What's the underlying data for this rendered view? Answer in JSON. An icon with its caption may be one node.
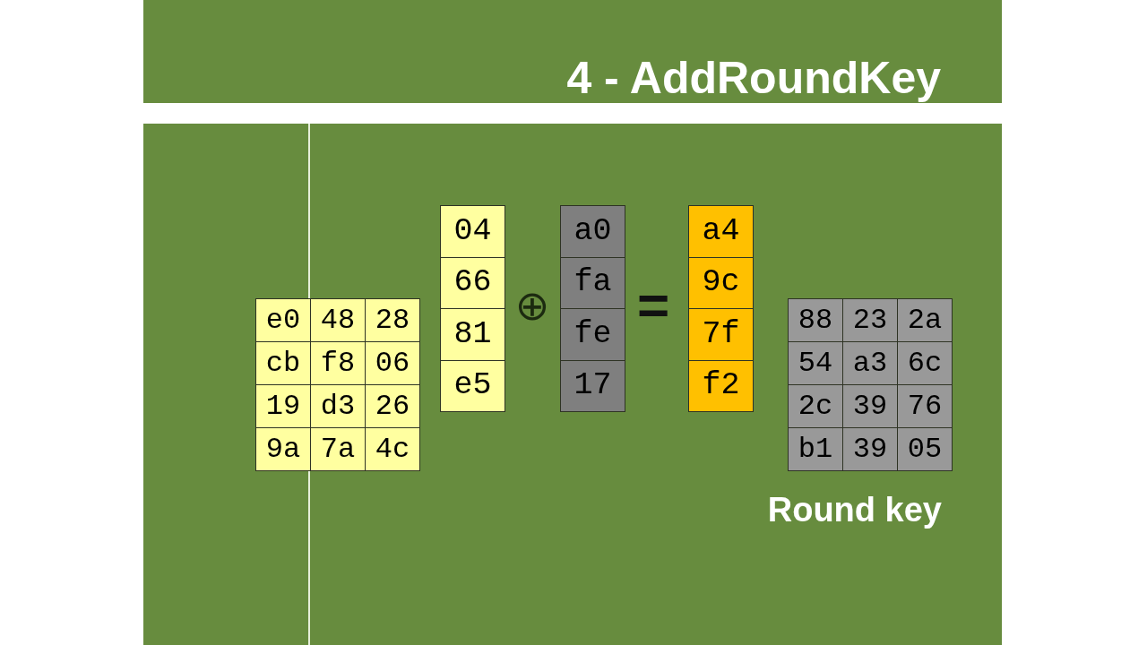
{
  "diagram": {
    "title": "4 - AddRoundKey",
    "nodes": [
      {
        "text": [
          "e0",
          "48",
          "28",
          "cb",
          "f8",
          "06",
          "19",
          "d3",
          "26",
          "9a",
          "7a",
          "4c"
        ]
      },
      {
        "text": [
          "04",
          "66",
          "81",
          "e5"
        ]
      },
      {
        "text": [
          "a0",
          "fa",
          "fe",
          "17"
        ]
      },
      {
        "text": [
          "a4",
          "9c",
          "7f",
          "f2"
        ]
      },
      {
        "text": [
          "88",
          "23",
          "2a",
          "54",
          "a3",
          "6c",
          "2c",
          "39",
          "76",
          "b1",
          "39",
          "05"
        ],
        "beside": [
          "Round key"
        ]
      }
    ],
    "labels": [
      "⊕",
      "="
    ]
  }
}
